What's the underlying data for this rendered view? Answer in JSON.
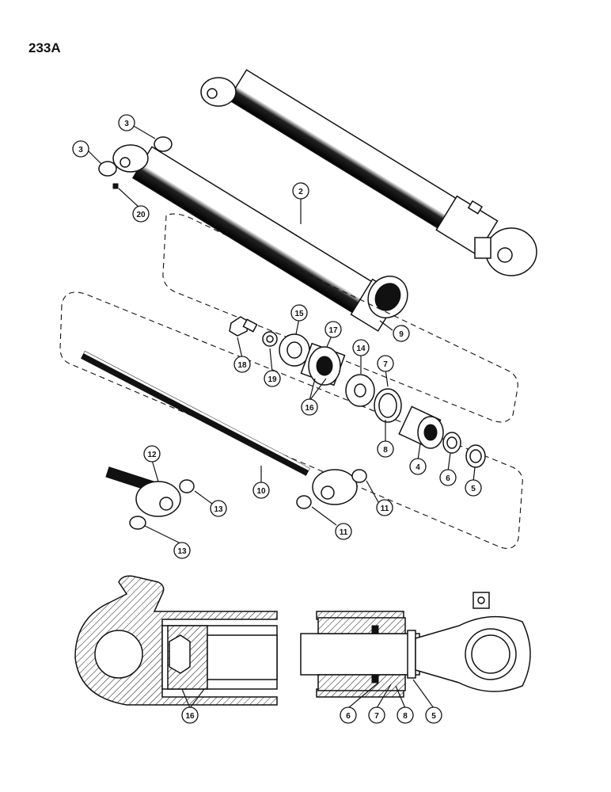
{
  "page_number": "233A",
  "callouts": [
    {
      "id": "c3a",
      "label": "3"
    },
    {
      "id": "c3b",
      "label": "3"
    },
    {
      "id": "c20",
      "label": "20"
    },
    {
      "id": "c2",
      "label": "2"
    },
    {
      "id": "c9",
      "label": "9"
    },
    {
      "id": "c15",
      "label": "15"
    },
    {
      "id": "c17",
      "label": "17"
    },
    {
      "id": "c14",
      "label": "14"
    },
    {
      "id": "c7",
      "label": "7"
    },
    {
      "id": "c18",
      "label": "18"
    },
    {
      "id": "c19",
      "label": "19"
    },
    {
      "id": "c16",
      "label": "16"
    },
    {
      "id": "c8",
      "label": "8"
    },
    {
      "id": "c4",
      "label": "4"
    },
    {
      "id": "c6",
      "label": "6"
    },
    {
      "id": "c5",
      "label": "5"
    },
    {
      "id": "c12",
      "label": "12"
    },
    {
      "id": "c13a",
      "label": "13"
    },
    {
      "id": "c13b",
      "label": "13"
    },
    {
      "id": "c10",
      "label": "10"
    },
    {
      "id": "c11a",
      "label": "11"
    },
    {
      "id": "c11b",
      "label": "11"
    },
    {
      "id": "s16",
      "label": "16"
    },
    {
      "id": "s6",
      "label": "6"
    },
    {
      "id": "s7",
      "label": "7"
    },
    {
      "id": "s8",
      "label": "8"
    },
    {
      "id": "s5",
      "label": "5"
    }
  ]
}
